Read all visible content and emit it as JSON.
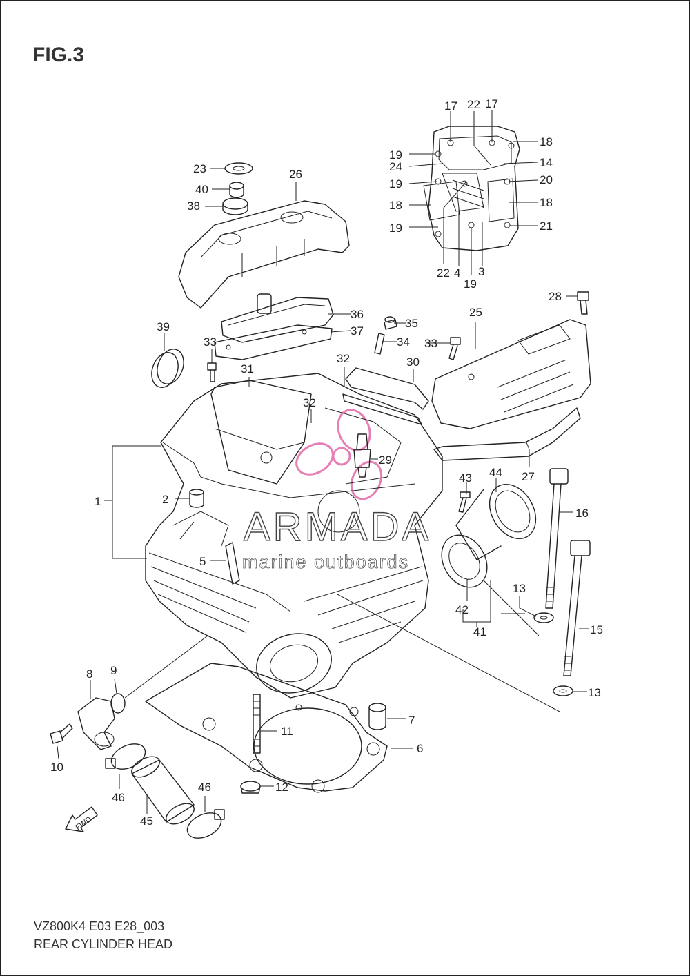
{
  "figure_title": "FIG.3",
  "footer": {
    "model_code": "VZ800K4 E03 E28_003",
    "section_name": "REAR CYLINDER HEAD"
  },
  "watermark": {
    "brand": "ARMADA",
    "tagline": "marine outboards",
    "logo_color": "#e67fb3"
  },
  "fwd_arrow_text": "FWD",
  "callouts": [
    "17",
    "22",
    "17",
    "18",
    "19",
    "24",
    "14",
    "19",
    "20",
    "18",
    "18",
    "19",
    "21",
    "22",
    "4",
    "19",
    "3",
    "23",
    "26",
    "40",
    "38",
    "36",
    "37",
    "35",
    "34",
    "33",
    "25",
    "28",
    "39",
    "33",
    "31",
    "32",
    "30",
    "32",
    "29",
    "27",
    "43",
    "44",
    "1",
    "2",
    "16",
    "5",
    "13",
    "42",
    "41",
    "15",
    "8",
    "9",
    "13",
    "11",
    "7",
    "6",
    "10",
    "12",
    "46",
    "45",
    "46"
  ]
}
